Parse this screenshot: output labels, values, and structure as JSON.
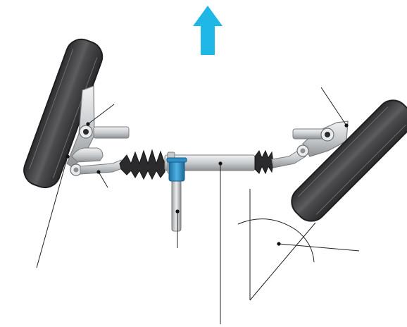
{
  "diagram": {
    "direction_arrow": {
      "icon": "arrow-up-icon",
      "color": "#1fb7e6"
    },
    "colors": {
      "tire_dark": "#3b3b3d",
      "tire_mid": "#5a5a5c",
      "metal_light": "#e4e6e8",
      "metal_mid": "#b9bcbf",
      "metal_dark": "#8e9194",
      "boot": "#2a2a2c",
      "pinion_housing": "#2f8fc7",
      "leader_line": "#222222"
    },
    "components": [
      "left-wheel",
      "right-wheel",
      "left-steering-knuckle",
      "right-steering-knuckle",
      "left-tie-rod",
      "right-tie-rod",
      "rack-housing",
      "left-rubber-boot",
      "right-rubber-boot",
      "pinion-housing",
      "steering-shaft"
    ],
    "angle_marker": "turning-angle-arc"
  }
}
